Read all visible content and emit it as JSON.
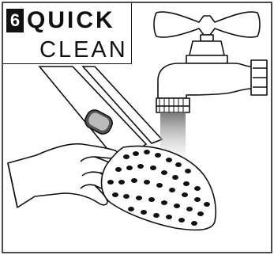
{
  "step": {
    "number": "6",
    "title_line1": "QUICK",
    "title_line2": "CLEAN"
  },
  "illustration": {
    "icons": [
      "faucet-icon",
      "water-stream-icon",
      "hand-icon",
      "shower-head-icon"
    ]
  }
}
